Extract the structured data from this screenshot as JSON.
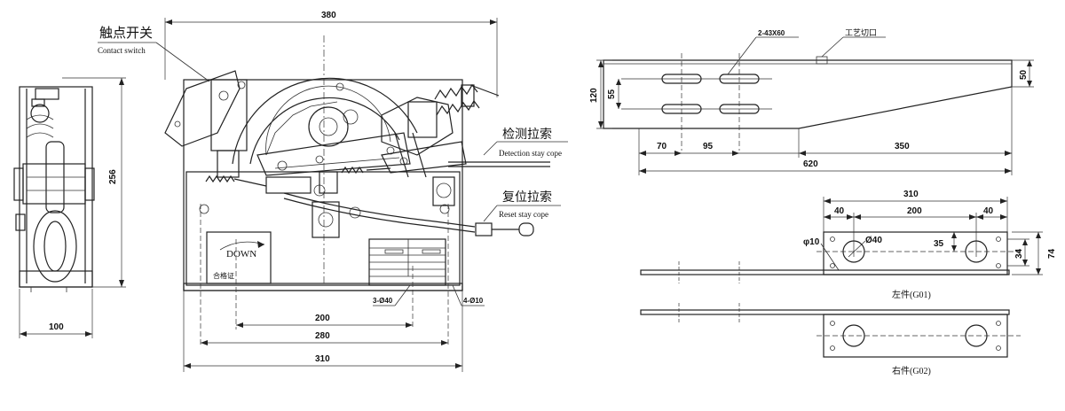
{
  "labels": {
    "contact_switch_cn": "触点开关",
    "contact_switch_en": "Contact switch",
    "detection_cn": "检测拉索",
    "detection_en": "Detection stay cope",
    "reset_cn": "复位拉索",
    "reset_en": "Reset stay cope",
    "down": "DOWN",
    "handle_text": "合格证",
    "process_cut": "工艺切口",
    "left_part": "左件(G01)",
    "right_part": "右件(G02)"
  },
  "dims": {
    "top_width": "380",
    "side_height": "256",
    "side_width": "100",
    "base_200": "200",
    "base_280": "280",
    "base_310": "310",
    "holes_3": "3-Ø40",
    "holes_4": "4-Ø10",
    "slot_spec": "2-43X60",
    "bracket_120": "120",
    "bracket_55": "55",
    "bracket_50": "50",
    "bracket_70": "70",
    "bracket_95": "95",
    "bracket_350": "350",
    "bracket_620": "620",
    "plate_310": "310",
    "plate_40a": "40",
    "plate_200": "200",
    "plate_40b": "40",
    "plate_d10": "φ10",
    "plate_d40": "Ø40",
    "plate_35": "35",
    "plate_34": "34",
    "plate_74": "74"
  }
}
